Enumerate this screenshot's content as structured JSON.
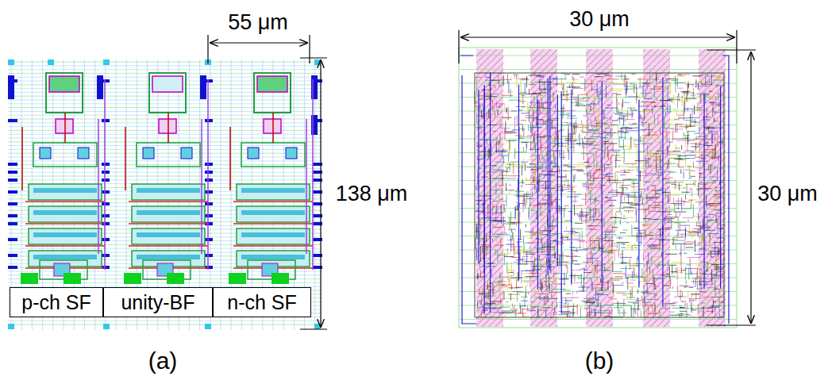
{
  "diagram": {
    "nodes": [
      {
        "text": [
          "p-ch SF"
        ]
      },
      {
        "text": [
          "unity-BF"
        ]
      },
      {
        "text": [
          "n-ch SF"
        ]
      }
    ],
    "labels": [
      "55 μm",
      "138 μm",
      "(a)",
      "30 μm",
      "30 μm",
      "(b)"
    ]
  }
}
